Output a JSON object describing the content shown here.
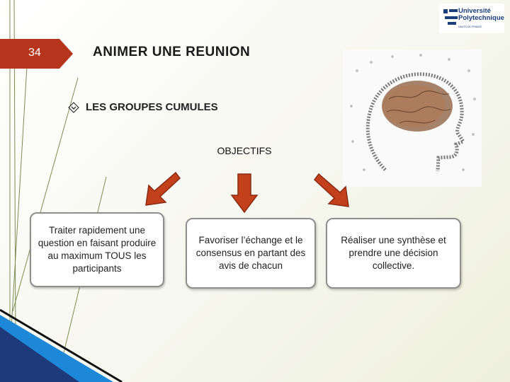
{
  "slide": {
    "page_number": "34",
    "title": "ANIMER UNE REUNION",
    "subtitle": "LES GROUPES CUMULES",
    "center_heading": "OBJECTIFS"
  },
  "logo": {
    "line1": "Université",
    "line2": "Polytechnique",
    "line3": "HAUTS-DE-FRANCE"
  },
  "objectives": [
    {
      "text": "Traiter rapidement une question en faisant produire au maximum TOUS les participants",
      "arrow": "down-left"
    },
    {
      "text": "Favoriser l’échange et le consensus en partant des avis de chacun",
      "arrow": "down"
    },
    {
      "text": "Réaliser une synthèse et prendre une décision collective.",
      "arrow": "down-right"
    }
  ],
  "colors": {
    "accent_red": "#b5361c",
    "arrow_fill": "#c3401c",
    "arrow_stroke": "#8a2a12",
    "dark_blue": "#1f3a7a",
    "bright_blue": "#1e88d8",
    "deco_green": "#7e8a55"
  },
  "icons": {
    "bullet": "diamond-arrow-down-icon",
    "logo": "university-logo",
    "image": "crowd-head-brain-image"
  }
}
